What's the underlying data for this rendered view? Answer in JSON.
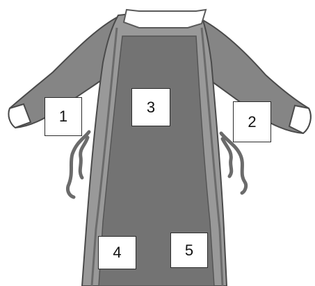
{
  "diagram": {
    "colors": {
      "gown_dark": "#6b6b6b",
      "gown_panel": "#737373",
      "gown_light": "#999999",
      "sleeve": "#858585",
      "outline": "#4a4a4a",
      "cuff": "#ffffff",
      "collar": "#ffffff"
    },
    "labels": [
      {
        "id": "1",
        "text": "1"
      },
      {
        "id": "2",
        "text": "2"
      },
      {
        "id": "3",
        "text": "3"
      },
      {
        "id": "4",
        "text": "4"
      },
      {
        "id": "5",
        "text": "5"
      }
    ]
  }
}
